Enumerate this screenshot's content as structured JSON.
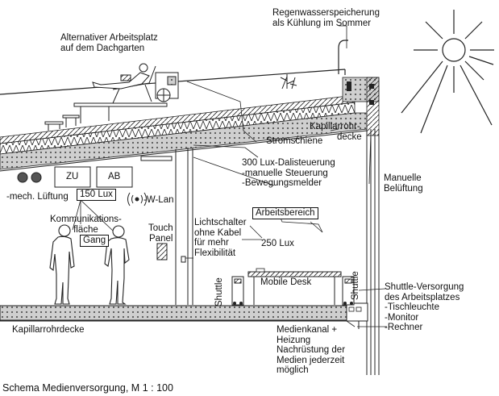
{
  "labels": {
    "rainwater": [
      "Regenwasserspeicherung",
      "als Kühlung im Sommer"
    ],
    "alt_workplace": [
      "Alternativer Arbeitsplatz",
      "auf dem Dachgarten"
    ],
    "capillary_ceiling_roof": [
      "Kapillarrohr-",
      "decke"
    ],
    "power_rail": "Stromschiene",
    "dali": [
      "300 Lux-Dalisteuerung",
      "-manuelle Steuerung",
      "-Bewegungsmelder"
    ],
    "manual_vent": [
      "Manuelle",
      "Belüftung"
    ],
    "zu": "ZU",
    "ab": "AB",
    "mech_vent": "-mech. Lüftung",
    "lux150": "150 Lux",
    "wlan": "-W-Lan",
    "communication": [
      "Kommunikations-",
      "fläche"
    ],
    "corridor": "Gang",
    "touch_panel": [
      "Touch",
      "Panel"
    ],
    "switch": [
      "Lichtschalter",
      "ohne Kabel",
      "für mehr",
      "Flexibilität"
    ],
    "work_area": "Arbeitsbereich",
    "lux250": "250 Lux",
    "mobile_desk": "Mobile Desk",
    "shuttle": "Shuttle",
    "shuttle_supply": [
      "Shuttle-Versorgung",
      "des Arbeitsplatzes",
      "-Tischleuchte",
      "-Monitor",
      "-Rechner"
    ],
    "capillary_floor": "Kapillarrohrdecke",
    "media_channel": [
      "Medienkanal +",
      "Heizung",
      "Nachrüstung der",
      "Medien jederzeit",
      "möglich"
    ],
    "caption": "Schema Medienversorgung, M 1 : 100"
  }
}
